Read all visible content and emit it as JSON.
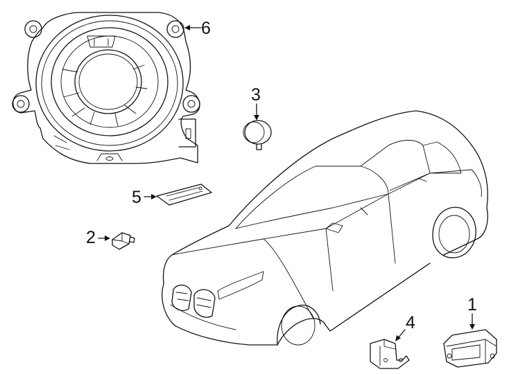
{
  "diagram": {
    "callouts": [
      {
        "id": "1",
        "label": "1"
      },
      {
        "id": "2",
        "label": "2"
      },
      {
        "id": "3",
        "label": "3"
      },
      {
        "id": "4",
        "label": "4"
      },
      {
        "id": "5",
        "label": "5"
      },
      {
        "id": "6",
        "label": "6"
      }
    ],
    "colors": {
      "line": "#111111",
      "background": "#ffffff"
    }
  }
}
